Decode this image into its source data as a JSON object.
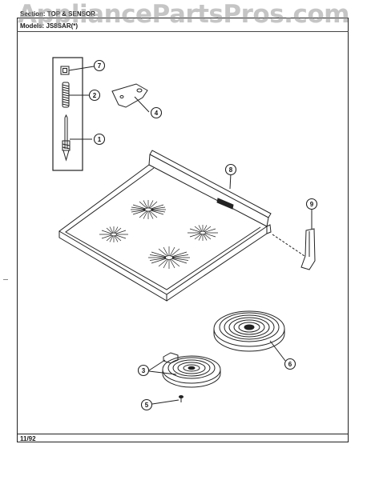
{
  "watermark": "AppliancePartsPros.com",
  "header": {
    "section_label": "Section:",
    "section_value": "TOP & SENSOR",
    "models_label": "Models:",
    "models_value": "JS8SAR(*)"
  },
  "footer": {
    "date": "11/92"
  },
  "callouts": {
    "c7": "7",
    "c2": "2",
    "c4": "4",
    "c1": "1",
    "c8": "8",
    "c9": "9",
    "c6": "6",
    "c3": "3",
    "c5": "5"
  }
}
